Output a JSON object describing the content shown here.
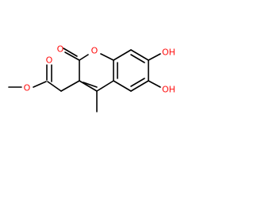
{
  "molecule": {
    "colors": {
      "carbon_bond": "#000000",
      "heteroatom": "#ff0d0d",
      "background": "#ffffff"
    },
    "atom_labels": {
      "ester_ether_oxygen": "O",
      "ester_carbonyl_oxygen": "O",
      "lactone_carbonyl_oxygen": "O",
      "ring_oxygen": "O",
      "hydroxyl_7": "OH",
      "hydroxyl_6": "OH"
    }
  }
}
